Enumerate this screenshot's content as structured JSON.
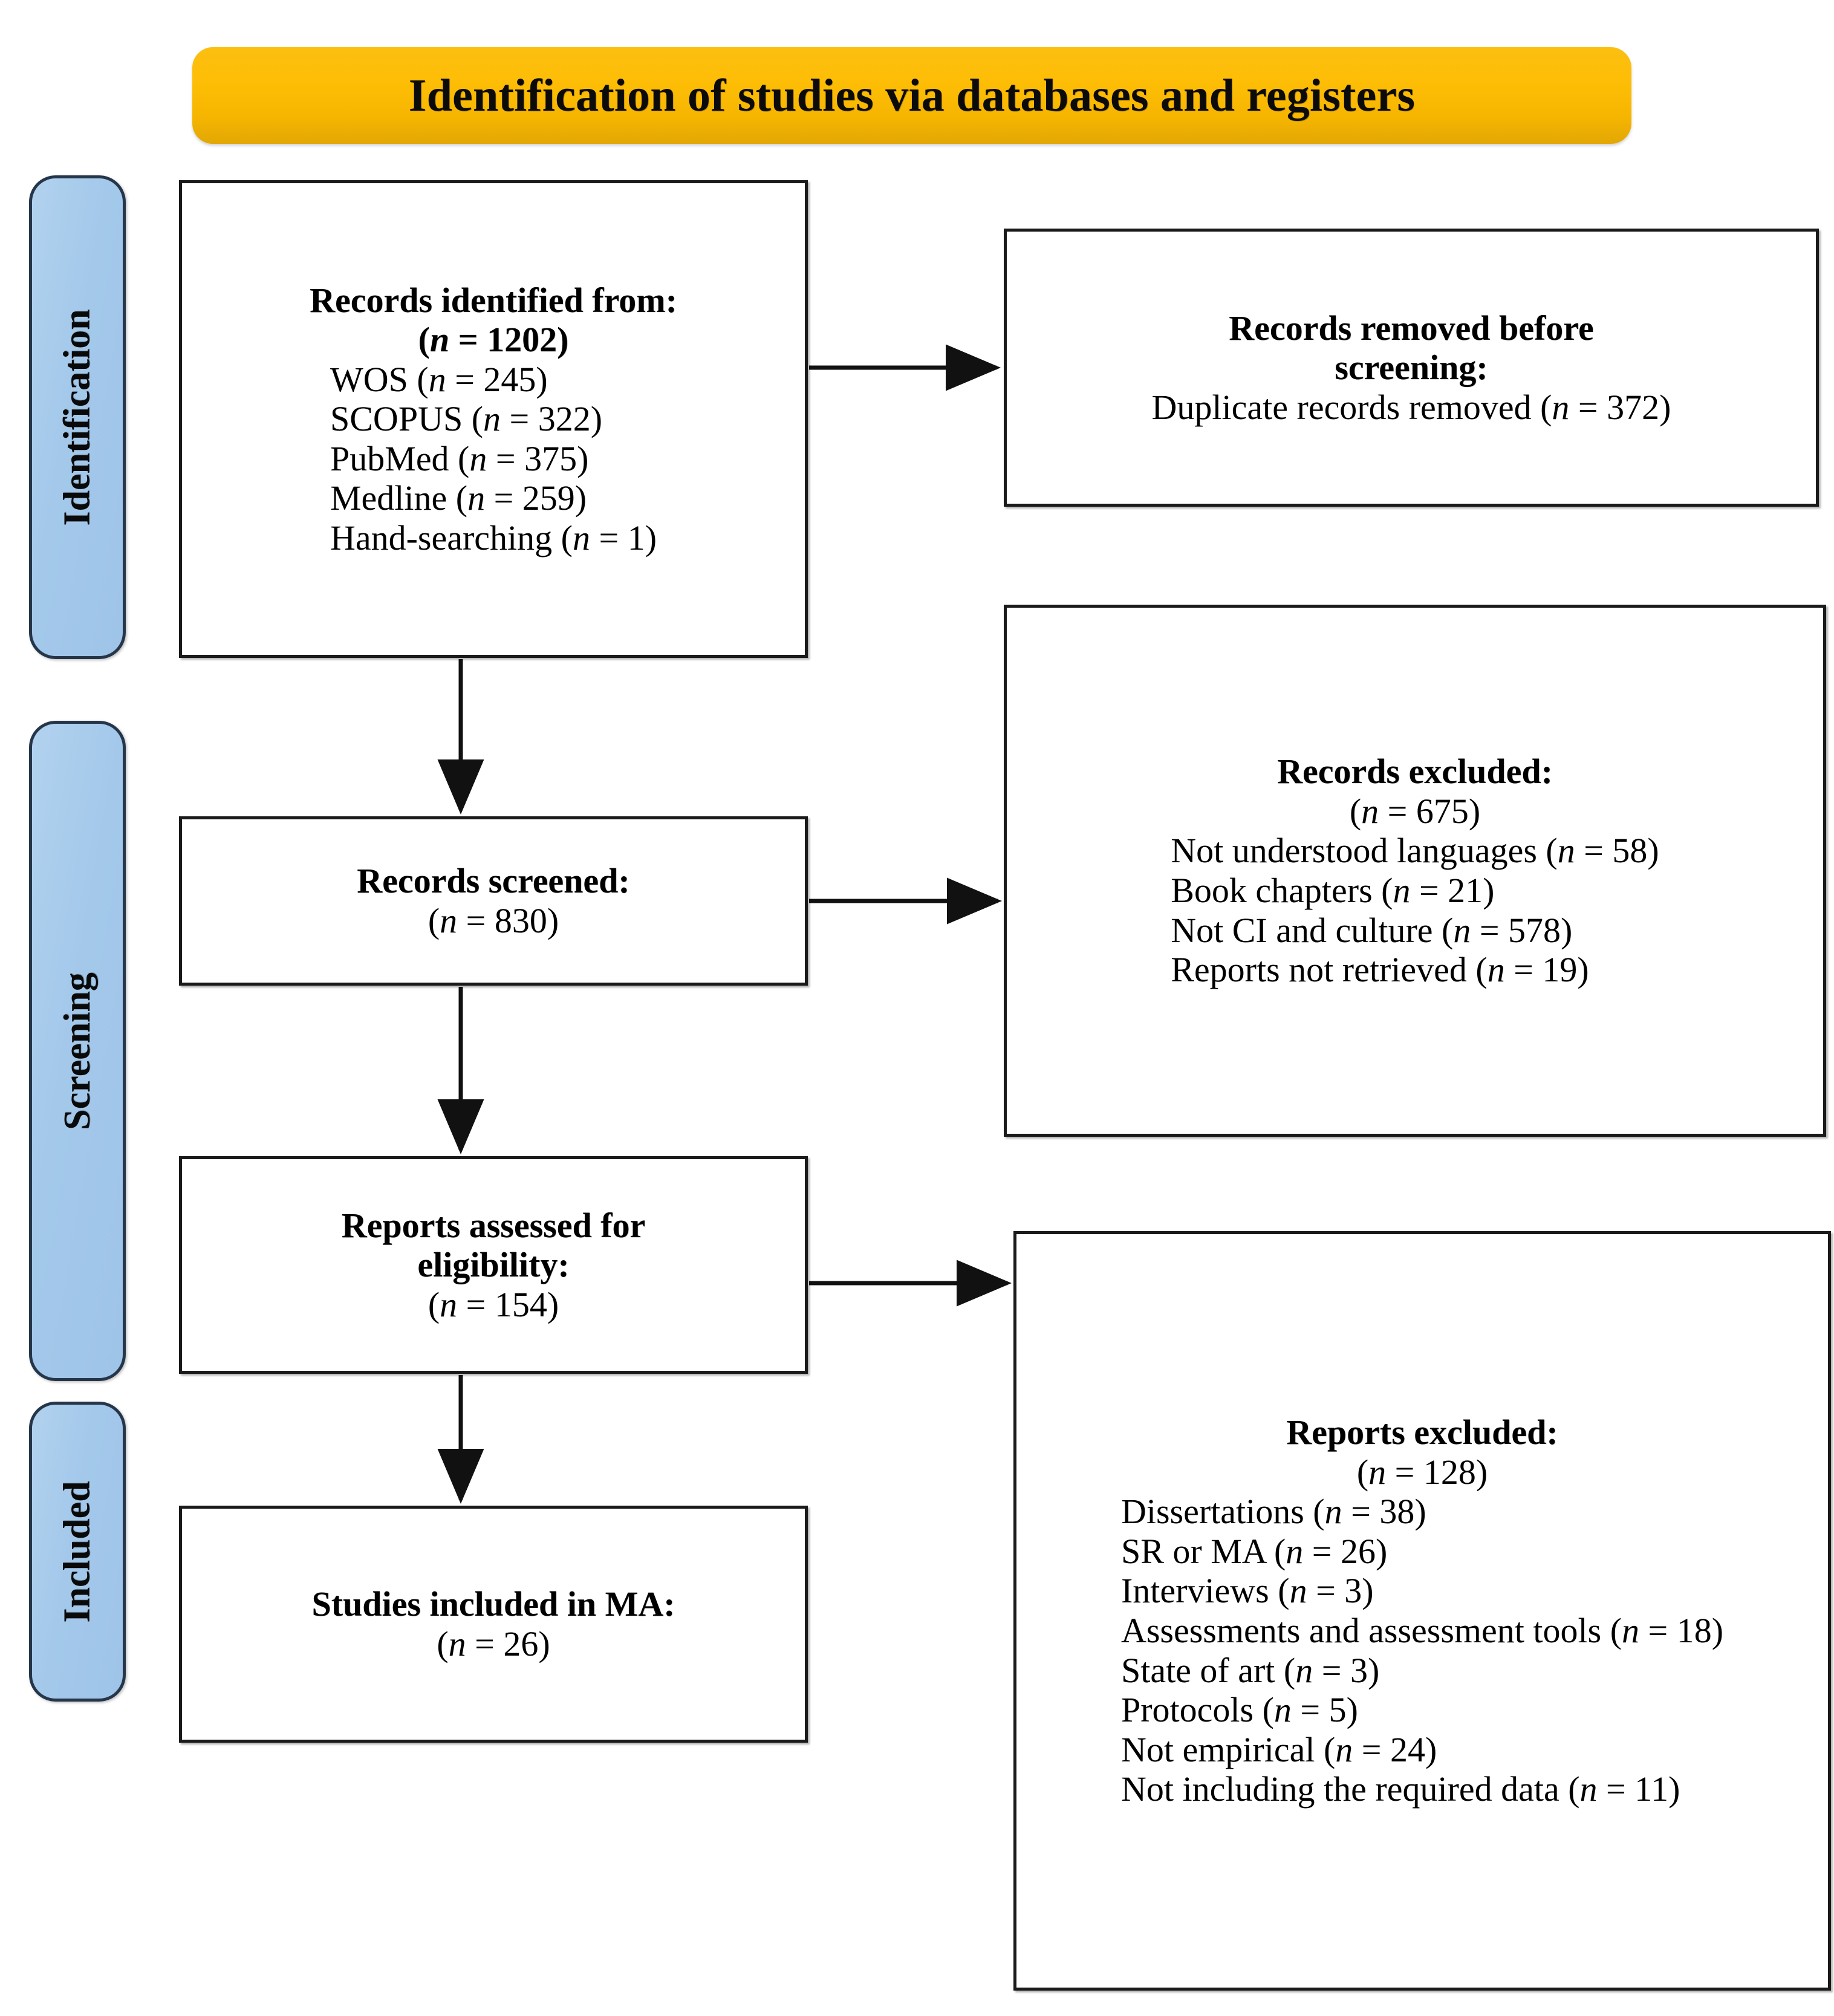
{
  "banner": {
    "title": "Identification of studies via databases and registers",
    "color": "#FEBD05"
  },
  "stages": [
    {
      "id": "identification",
      "label": "Identification",
      "color": "#A3C8EA"
    },
    {
      "id": "screening",
      "label": "Screening",
      "color": "#A3C8EA"
    },
    {
      "id": "included",
      "label": "Included",
      "color": "#A3C8EA"
    }
  ],
  "boxes": {
    "identified": {
      "heading": "Records identified from:",
      "total": "(n = 1202)",
      "sources": [
        "WOS (n = 245)",
        "SCOPUS (n = 322)",
        "PubMed (n = 375)",
        "Medline (n = 259)",
        "Hand-searching (n = 1)"
      ]
    },
    "removed": {
      "heading_line1": "Records removed before",
      "heading_line2": "screening:",
      "items": [
        "Duplicate records removed (n = 372)"
      ]
    },
    "screened": {
      "heading": "Records screened:",
      "total": "(n = 830)"
    },
    "records_excluded": {
      "heading": "Records excluded:",
      "total": "(n = 675)",
      "items": [
        "Not understood languages (n = 58)",
        "Book chapters (n = 21)",
        "Not CI and culture (n = 578)",
        "Reports not retrieved (n = 19)"
      ]
    },
    "assessed": {
      "heading_line1": "Reports assessed for",
      "heading_line2": "eligibility:",
      "total": "(n = 154)"
    },
    "reports_excluded": {
      "heading": "Reports excluded:",
      "total": "(n = 128)",
      "items": [
        "Dissertations (n = 38)",
        "SR or MA (n = 26)",
        "Interviews (n = 3)",
        "Assessments and assessment tools (n = 18)",
        "State of art (n = 3)",
        "Protocols (n = 5)",
        "Not empirical (n = 24)",
        "Not including the required data (n = 11)"
      ]
    },
    "included": {
      "heading": "Studies included in MA:",
      "total": "(n = 26)"
    }
  },
  "chart_data": {
    "type": "diagram",
    "diagram_kind": "prisma-flow",
    "title": "Identification of studies via databases and registers",
    "nodes": [
      {
        "id": "identified",
        "stage": "Identification",
        "label": "Records identified from:",
        "n": 1202,
        "breakdown": [
          {
            "label": "WOS",
            "n": 245
          },
          {
            "label": "SCOPUS",
            "n": 322
          },
          {
            "label": "PubMed",
            "n": 375
          },
          {
            "label": "Medline",
            "n": 259
          },
          {
            "label": "Hand-searching",
            "n": 1
          }
        ]
      },
      {
        "id": "removed",
        "stage": "Identification",
        "label": "Records removed before screening:",
        "n": 372,
        "breakdown": [
          {
            "label": "Duplicate records removed",
            "n": 372
          }
        ]
      },
      {
        "id": "screened",
        "stage": "Screening",
        "label": "Records screened:",
        "n": 830,
        "breakdown": []
      },
      {
        "id": "records_excluded",
        "stage": "Screening",
        "label": "Records excluded:",
        "n": 675,
        "breakdown": [
          {
            "label": "Not understood languages",
            "n": 58
          },
          {
            "label": "Book chapters",
            "n": 21
          },
          {
            "label": "Not CI and culture",
            "n": 578
          },
          {
            "label": "Reports not retrieved",
            "n": 19
          }
        ]
      },
      {
        "id": "assessed",
        "stage": "Screening",
        "label": "Reports assessed for eligibility:",
        "n": 154,
        "breakdown": []
      },
      {
        "id": "reports_excluded",
        "stage": "Screening",
        "label": "Reports excluded:",
        "n": 128,
        "breakdown": [
          {
            "label": "Dissertations",
            "n": 38
          },
          {
            "label": "SR or MA",
            "n": 26
          },
          {
            "label": "Interviews",
            "n": 3
          },
          {
            "label": "Assessments and assessment tools",
            "n": 18
          },
          {
            "label": "State of art",
            "n": 3
          },
          {
            "label": "Protocols",
            "n": 5
          },
          {
            "label": "Not empirical",
            "n": 24
          },
          {
            "label": "Not including the required data",
            "n": 11
          }
        ]
      },
      {
        "id": "included",
        "stage": "Included",
        "label": "Studies included in MA:",
        "n": 26,
        "breakdown": []
      }
    ],
    "edges": [
      {
        "from": "identified",
        "to": "removed",
        "direction": "right"
      },
      {
        "from": "identified",
        "to": "screened",
        "direction": "down"
      },
      {
        "from": "screened",
        "to": "records_excluded",
        "direction": "right"
      },
      {
        "from": "screened",
        "to": "assessed",
        "direction": "down"
      },
      {
        "from": "assessed",
        "to": "reports_excluded",
        "direction": "right"
      },
      {
        "from": "assessed",
        "to": "included",
        "direction": "down"
      }
    ]
  }
}
